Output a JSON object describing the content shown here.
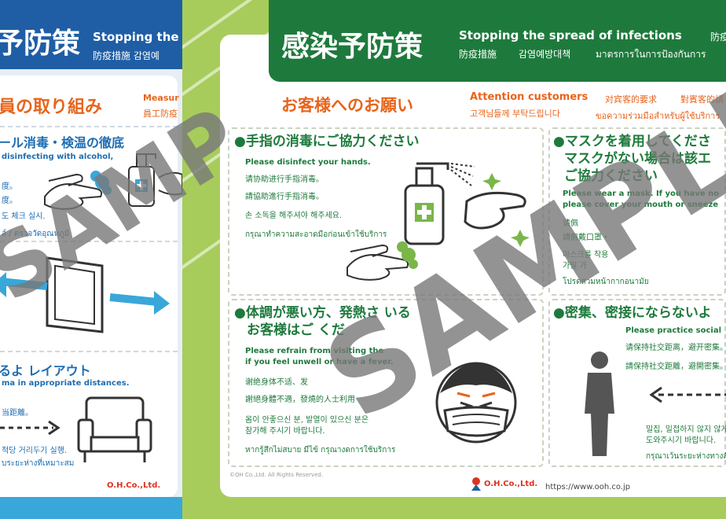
{
  "left_poster": {
    "title": "予防策",
    "subtitle_en": "Stopping the",
    "subtitle_ko": "防疫措施  감염예",
    "section_title": "員の取り組み",
    "section_en": "Measur",
    "section_zh": "員工防疫",
    "item1_title": "ール消毒・検温の徹底",
    "item1_en": "disinfecting with alcohol,",
    "item1_lines": [
      "度。",
      "度。",
      "도 체크 실시.",
      "ล์ / ตรวจวัดอุณหภูมิ"
    ],
    "item2_title": "るよ  レイアウト",
    "item2_en": "ma   in appropriate distances.",
    "item2_lines": [
      "当距離。",
      "적당 거리두기 실행.",
      "บระยะห่างที่เหมาะสม"
    ]
  },
  "right_poster": {
    "title": "感染予防策",
    "subtitle_en": "Stopping the spread of infections",
    "subtitle_zh": "防疫措施",
    "subtitle_ko": "감염예방대책",
    "subtitle_th": "มาตรการในการป้องกันการ",
    "subtitle_extra": "防疫",
    "section_title": "お客様へのお願い",
    "section_en": "Attention customers",
    "section_ko": "고객님들께 부탁드립니다",
    "section_zh1": "对宾客的要求",
    "section_zh2": "對賓客的請",
    "section_th": "ขอความร่วมมือสำหรับผู้ใช้บริการ",
    "hand": {
      "title": "●手指の消毒にご協力ください",
      "en": "Please disinfect your hands.",
      "zh1": "请协助进行手指消毒。",
      "zh2": "請協助進行手指消毒。",
      "ko": "손 소독을 해주셔야 해주세요.",
      "th": "กรุณาทำความสะอาดมือก่อนเข้าใช้บริการ"
    },
    "mask": {
      "title1": "●マスクを着用してくださ",
      "title2": "マスクがない場合は該エ",
      "title3": "ご協力ください",
      "en1": "Please wear a mask. If you have no",
      "en2": "please cover your mouth or sneeze",
      "zh1": "请佩",
      "zh2": "請佩戴口罩・",
      "ko1": "마스크를 착용",
      "ko2": "가릴 가",
      "th": "โปรดสวมหน้ากากอนามัย"
    },
    "fever": {
      "title1": "●体調が悪い方、発熱さ   いる",
      "title2": "お客様はご    くだ",
      "en1": "Please refrain from visiting the",
      "en2": "if you feel unwell or have a fever.",
      "zh1": "谢绝身体不适、发",
      "zh2": "謝絕身體不適，發燒的人士利用",
      "ko1": "몸이 안좋으신 분, 발열이 있으신 분은",
      "ko2": "참가해 주시기 바랍니다.",
      "th": "หากรู้สึกไม่สบาย มีไข้ กรุณางดการใช้บริการ"
    },
    "distance": {
      "title": "●密集、密接にならないよ",
      "en": "Please practice social",
      "zh1": "请保持社交距离，避开密集。",
      "zh2": "請保持社交距離，避開密集。",
      "ko1": "밀집, 밀접하지 않지 않게",
      "ko2": "도와주시기 바랍니다.",
      "th": "กรุณาเว้นระยะห่างทางสังคม"
    },
    "footer_copyright": "©OH Co.,Ltd. All Rights Reserved.",
    "footer_logo": "O.H.Co.,Ltd.",
    "footer_url": "https://www.ooh.co.jp"
  },
  "watermark_left": "SAMP",
  "watermark_right": "SAMPLE"
}
